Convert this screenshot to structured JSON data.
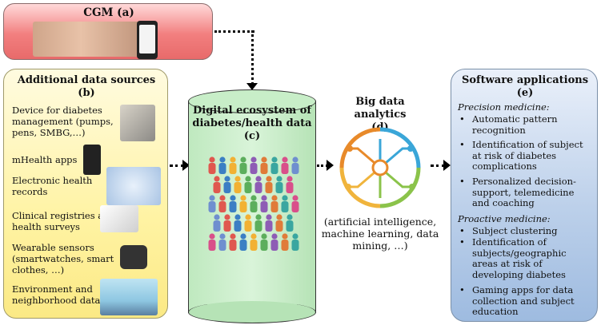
{
  "cgm": {
    "title": "CGM (a)"
  },
  "sources": {
    "title": "Additional data sources",
    "label": "(b)",
    "items": [
      "Device for diabetes management (pumps, pens, SMBG,…)",
      "mHealth apps",
      "Electronic health records",
      "Clinical registries and health surveys",
      "Wearable sensors (smartwatches, smart clothes, …)",
      "Environment and neighborhood data"
    ]
  },
  "ecosystem": {
    "title": "Digital ecosystem of diabetes/health data",
    "label": "(c)"
  },
  "analytics": {
    "title": "Big data analytics",
    "label": "(d)",
    "subtitle": "(artificial intelligence, machine learning, data mining, …)"
  },
  "software": {
    "title": "Software applications",
    "label": "(e)",
    "precision_heading": "Precision medicine:",
    "precision_items": [
      "Automatic pattern recognition",
      "Identification of subject at risk of diabetes complications",
      "Personalized decision-support, telemedicine and coaching"
    ],
    "proactive_heading": "Proactive medicine:",
    "proactive_items": [
      "Subject clustering",
      "Identification of subjects/geographic areas at risk of developing diabetes",
      "Gaming apps for data collection and subject education"
    ]
  },
  "colors": {
    "cgm": "#f27f7f",
    "sources": "#fff3a3",
    "ecosystem": "#c8eec8",
    "software": "#bcd0ea"
  }
}
